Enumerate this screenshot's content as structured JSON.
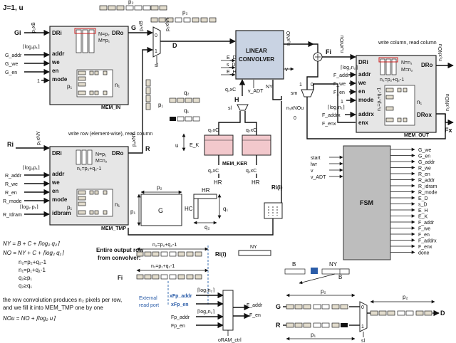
{
  "header": "J=1, u",
  "signals_left": {
    "gi": "Gi",
    "ri": "Ri",
    "p2xb": "p₂xB",
    "p2xny": "p₂xNY",
    "log_p1": "⌈log₂p₁⌉",
    "log_idram": "⌈log₂ p₁⌉",
    "one": "1"
  },
  "mem_in": {
    "name": "MEM_IN",
    "port_dri": "DRi",
    "port_dro": "DRo",
    "port_addr": "addr",
    "port_we": "we",
    "port_en": "en",
    "port_mode": "mode",
    "n_eq": "N=p₂",
    "m_eq": "M=p₁",
    "p1_label": "p₁",
    "n1": "n₁",
    "in_addr": "G_addr",
    "in_we": "G_we",
    "in_en": "G_en"
  },
  "mem_tmp": {
    "name": "MEM_TMP",
    "note": "write row (element-wise), read column",
    "port_dri": "DRi",
    "port_dro": "DRo",
    "port_addr": "addr",
    "port_we": "we",
    "port_en": "en",
    "port_mode": "mode",
    "port_idbram": "idbram",
    "n_eq": "N=p₁",
    "m_eq": "M=n₂",
    "n2_eq": "n₂=p₂+q₂-1",
    "p1_label": "p₁",
    "n1": "n₁",
    "in_addr": "R_addr",
    "in_we": "R_we",
    "in_en": "R_en",
    "in_mode": "R_mode",
    "in_idram": "R_Idram"
  },
  "mem_out": {
    "name": "MEM_OUT",
    "note": "write column, read column",
    "port_dri": "DRi",
    "port_dro": "DRo",
    "port_drox": "DRox",
    "port_addr": "addr",
    "port_addrx": "addrx",
    "port_we": "we",
    "port_en": "en",
    "port_enx": "enx",
    "port_mode": "mode",
    "n_eq": "N=n₁",
    "m_eq": "M=n₂",
    "n2_eq": "n₂=p₂+q₂-1",
    "n1_eq": "n₁=p₁+q₁-1",
    "n1": "n₁",
    "in_addr": "F_addr",
    "in_we": "F_we",
    "in_en": "F_en",
    "in_addrx": "F_addrx",
    "in_enx": "F_enx",
    "log_n1": "⌈log₂n₂⌉",
    "log_n1x": "⌈log₂n₁⌉",
    "out_fx": "Fx",
    "out_fi": "Fi",
    "out_dro": "n₁xNOu",
    "v": "v"
  },
  "conv": {
    "title_line1": "LINEAR",
    "title_line2": "CONVOLVER",
    "in_ed": "E_D",
    "in_sd": "s_D",
    "in_eh": "E_H",
    "v_adt": "v_ADT",
    "out_v": "v",
    "ny": "NY",
    "no": "n₁xNO",
    "q2xc": "q₂xC",
    "h": "H",
    "d": "D",
    "g": "G",
    "p1_label": "p₁",
    "q2": "q₂",
    "q1": "q₁",
    "p2": "p₂",
    "sl": "sl",
    "u": "u",
    "z0": "0",
    "z1": "1"
  },
  "kernel": {
    "name": "MEM_KER",
    "ek": "E_K",
    "hr": "HR",
    "q2xc_a": "q₂xC",
    "q2xc_b": "q₂xC",
    "q2xc_c": "q₂xC",
    "q2xc_d": "q₂xC",
    "q2xc_e": "q₂xC"
  },
  "fsm": {
    "name": "FSM",
    "inputs": [
      "start",
      "lwr",
      "v",
      "v_ADT"
    ],
    "outputs": [
      "G_we",
      "G_en",
      "G_addr",
      "R_we",
      "R_en",
      "R_addr",
      "R_idram",
      "R_mode",
      "E_D",
      "s_D",
      "E_H",
      "E_K",
      "F_addr",
      "F_we",
      "F_en",
      "F_addrx",
      "F_enx",
      "done"
    ]
  },
  "rli": "Ri(i)",
  "sm": "sm",
  "legend_block": {
    "p2": "p₂",
    "q1": "q₁",
    "q2": "q₂",
    "p1": "p₁",
    "g": "G",
    "hr": "HR",
    "hc": "HC"
  },
  "equations": [
    "NY = B + C + ⌈log₂ q₂⌉",
    "NO = NY + C + ⌈log₂ q₁⌉",
    "n₂=p₂+q₂-1",
    "n₁=p₁+q₁-1",
    "q₂≥p₁",
    "q₂≥q₁",
    "the row convolution produces n₂ pixels per row,",
    "and we fill it into MEM_TMP one by one",
    "NOu = NO + ⌈log₂ u⌉"
  ],
  "row_out": {
    "title1": "Entire output row",
    "title2": "from convolver:",
    "n2_eq": "n₂=p₂+q₂-1",
    "n1_eq": "n₁=p₁+q₁-1",
    "fi": "Fi",
    "rli": "Ri(i)",
    "ny": "NY",
    "ext1": "External",
    "ext2": "read port",
    "xfp_addr": "xFp_addr",
    "xfp_en": "xFp_en",
    "fp_addr": "Fp_addr",
    "fp_en": "Fp_en",
    "log_n2": "⌈log₂n₂⌉",
    "log_n2b": "⌈log₂n₂⌉",
    "f_addr": "F_addr",
    "f_en": "F_en",
    "oram": "oRAM_ctrl"
  },
  "shift": {
    "b1": "B",
    "b2": "B",
    "ny": "NY",
    "p2_a": "p₂",
    "p2_b": "p₂",
    "p1": "p₁",
    "r": "R",
    "g": "G",
    "d": "D",
    "sl": "sl",
    "z0": "0",
    "z1": "1"
  }
}
